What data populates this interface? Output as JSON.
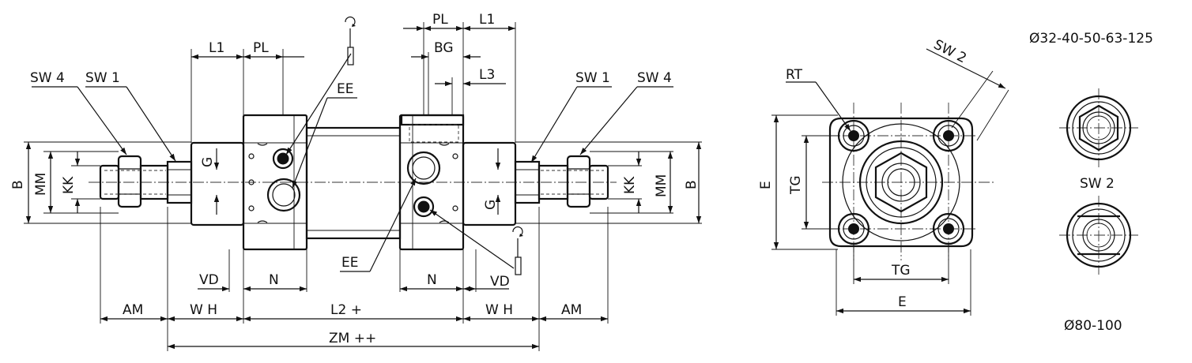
{
  "labels": {
    "sw4_left": "SW 4",
    "sw1_left": "SW 1",
    "l1_top_left": "L1",
    "pl_top_left": "PL",
    "ee_top": "EE",
    "pl_top_right": "PL",
    "l1_top_right": "L1",
    "bg": "BG",
    "l3": "L3",
    "sw1_right": "SW 1",
    "sw4_right": "SW 4",
    "b_left": "B",
    "mm_left": "MM",
    "kk_left": "KK",
    "g_left": "G",
    "g_right": "G",
    "kk_right": "KK",
    "mm_right": "MM",
    "b_right": "B",
    "vd_left": "VD",
    "n_left": "N",
    "ee_bottom": "EE",
    "n_right": "N",
    "vd_right": "VD",
    "am_left": "AM",
    "wh_left": "W H",
    "l2": "L2  +",
    "wh_right": "W H",
    "am_right": "AM",
    "zm": "ZM  ++",
    "rt": "RT",
    "sw2_end": "SW 2",
    "e_vertical": "E",
    "tg_vertical": "TG",
    "tg_horizontal": "TG",
    "e_horizontal": "E",
    "bore_range_1": "Ø32-40-50-63-125",
    "sw2_detail": "SW 2",
    "bore_range_2": "Ø80-100"
  }
}
